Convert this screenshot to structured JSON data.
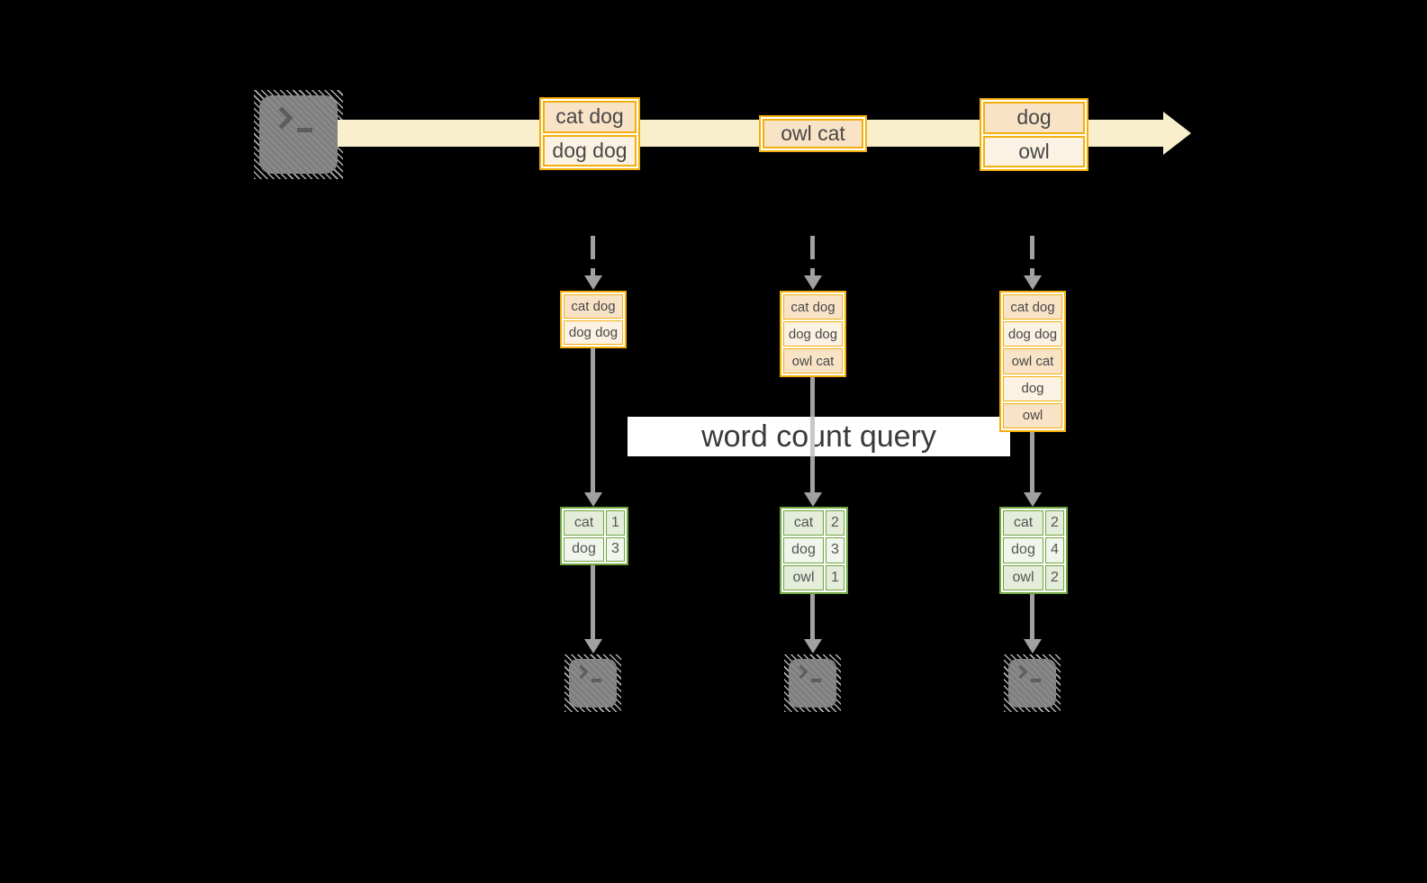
{
  "title": {
    "banner": "word count query"
  },
  "stream": {
    "source_icon": "terminal-prompt",
    "events": [
      {
        "lines": [
          "cat dog",
          "dog dog"
        ]
      },
      {
        "lines": [
          "owl cat"
        ]
      },
      {
        "lines": [
          "dog",
          "owl"
        ]
      }
    ]
  },
  "pipelines": [
    {
      "buffer": [
        "cat dog",
        "dog dog"
      ],
      "counts": [
        {
          "word": "cat",
          "count": "1"
        },
        {
          "word": "dog",
          "count": "3"
        }
      ]
    },
    {
      "buffer": [
        "cat dog",
        "dog dog",
        "owl cat"
      ],
      "counts": [
        {
          "word": "cat",
          "count": "2"
        },
        {
          "word": "dog",
          "count": "3"
        },
        {
          "word": "owl",
          "count": "1"
        }
      ]
    },
    {
      "buffer": [
        "cat dog",
        "dog dog",
        "owl cat",
        "dog",
        "owl"
      ],
      "counts": [
        {
          "word": "cat",
          "count": "2"
        },
        {
          "word": "dog",
          "count": "4"
        },
        {
          "word": "owl",
          "count": "2"
        }
      ]
    }
  ],
  "colors": {
    "record_border": "#F4AF0C",
    "record_fill_a": "#F9E3C7",
    "record_fill_b": "#FCF2E3",
    "stream_band": "#FAEFCD",
    "table_border": "#6FA53F",
    "table_fill_a": "#E4EDDA",
    "table_fill_b": "#F1F6EC",
    "arrow_gray": "#A1A1A1",
    "terminal_gray": "#7F7F7F",
    "banner_bg": "#FFFFFF",
    "background": "#000000"
  }
}
